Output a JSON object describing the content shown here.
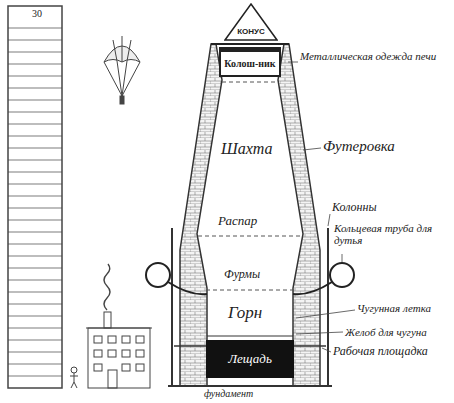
{
  "diagram": {
    "nodes": [
      {
        "text": [
          "КОНУС"
        ]
      },
      {
        "text": [
          "Колош-ник"
        ]
      },
      {
        "text": [
          "Лещадь"
        ]
      }
    ],
    "labels": [
      "30",
      "Металлическая одежда печи",
      "Футеровка",
      "Шахта",
      "Колонны",
      "Распар",
      "Кольцевая труба для дутья",
      "Фурмы",
      "Чугунная летка",
      "Горн",
      "Желоб для чугуна",
      "Рабочая площадка",
      "фундамент"
    ]
  }
}
